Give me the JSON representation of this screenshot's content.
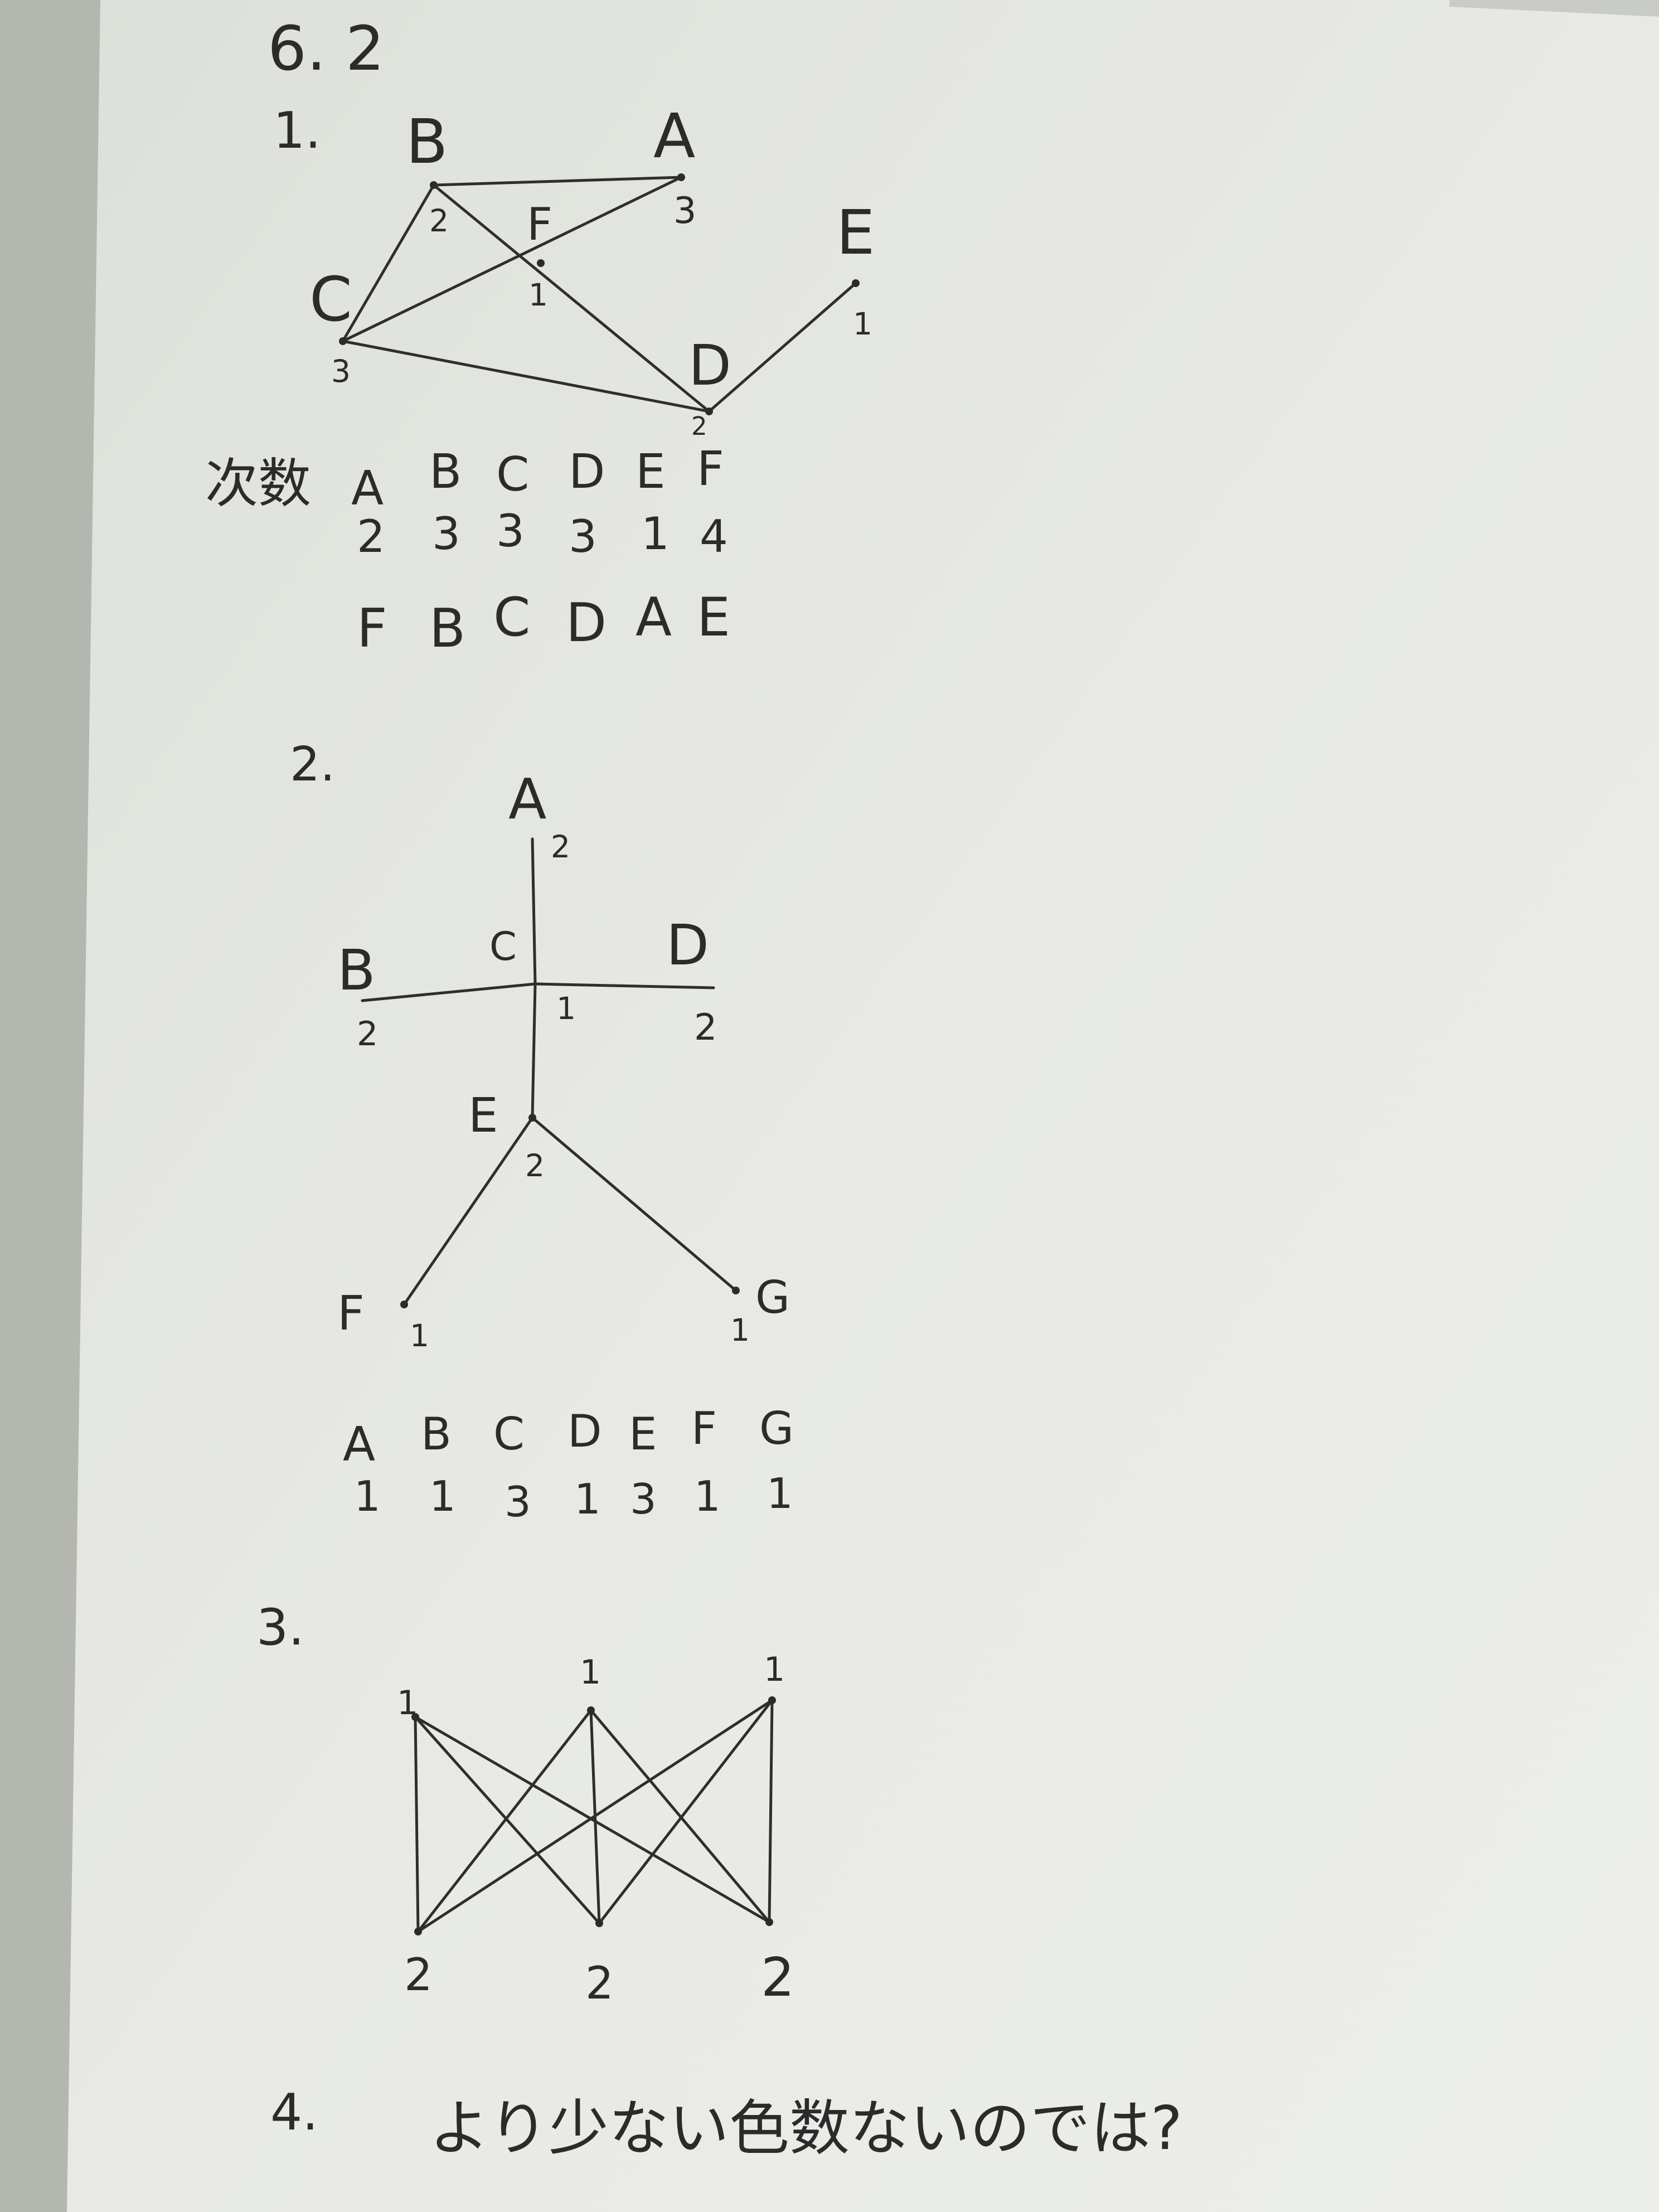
{
  "header": "6. 2",
  "problems": [
    {
      "number": "1.",
      "vertices": [
        {
          "label": "B",
          "degree_note": "2"
        },
        {
          "label": "A",
          "degree_note": "3"
        },
        {
          "label": "F",
          "degree_note": "1"
        },
        {
          "label": "E",
          "degree_note": "1"
        },
        {
          "label": "C",
          "degree_note": "3"
        },
        {
          "label": "D",
          "degree_note": "2"
        }
      ],
      "edges": [
        [
          "B",
          "A"
        ],
        [
          "B",
          "C"
        ],
        [
          "B",
          "D"
        ],
        [
          "A",
          "C"
        ],
        [
          "C",
          "D"
        ],
        [
          "D",
          "E"
        ]
      ],
      "degree_caption": "次数",
      "degree_table": {
        "labels": [
          "A",
          "B",
          "C",
          "D",
          "E",
          "F"
        ],
        "values": [
          "2",
          "3",
          "3",
          "3",
          "1",
          "4"
        ]
      },
      "order": [
        "F",
        "B",
        "C",
        "D",
        "A",
        "E"
      ]
    },
    {
      "number": "2.",
      "vertices": [
        {
          "label": "A",
          "degree_note": "2"
        },
        {
          "label": "B",
          "degree_note": "2"
        },
        {
          "label": "C",
          "degree_note": "1"
        },
        {
          "label": "D",
          "degree_note": "2"
        },
        {
          "label": "E",
          "degree_note": "2"
        },
        {
          "label": "F",
          "degree_note": "1"
        },
        {
          "label": "G",
          "degree_note": "1"
        }
      ],
      "edges": [
        [
          "A",
          "C"
        ],
        [
          "B",
          "C"
        ],
        [
          "C",
          "D"
        ],
        [
          "C",
          "E"
        ],
        [
          "E",
          "F"
        ],
        [
          "E",
          "G"
        ]
      ],
      "degree_table": {
        "labels": [
          "A",
          "B",
          "C",
          "D",
          "E",
          "F",
          "G"
        ],
        "values": [
          "1",
          "1",
          "3",
          "1",
          "3",
          "1",
          "1"
        ]
      }
    },
    {
      "number": "3.",
      "top_labels": [
        "1",
        "1",
        "1"
      ],
      "bottom_labels": [
        "2",
        "2",
        "2"
      ]
    },
    {
      "number": "4.",
      "answer": "より少ない色数ないのでは?"
    }
  ],
  "colors": {
    "paper": "#e5e7e2",
    "shadow": "#b4b6b0",
    "ink": "#2b2b2b"
  }
}
